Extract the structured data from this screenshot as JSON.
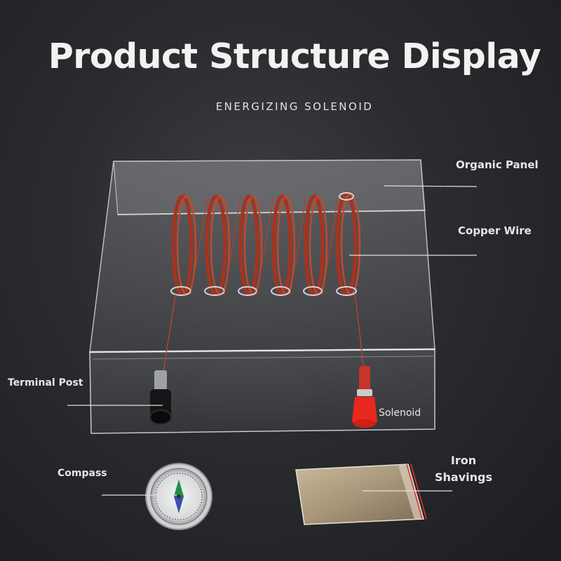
{
  "header": {
    "title": "Product Structure Display",
    "subtitle": "ENERGIZING SOLENOID"
  },
  "callouts": {
    "organic_panel": "Organic Panel",
    "copper_wire": "Copper Wire",
    "terminal_post": "Terminal Post",
    "solenoid": "Solenoid",
    "compass": "Compass",
    "iron_line1": "Iron",
    "iron_line2": "Shavings"
  },
  "colors": {
    "background": "#2a2b2e",
    "copper": "#a8321f",
    "terminal_red": "#e8281e",
    "terminal_black": "#111111",
    "label_text": "#e6e6e6"
  },
  "solenoid": {
    "coil_count": 6
  }
}
